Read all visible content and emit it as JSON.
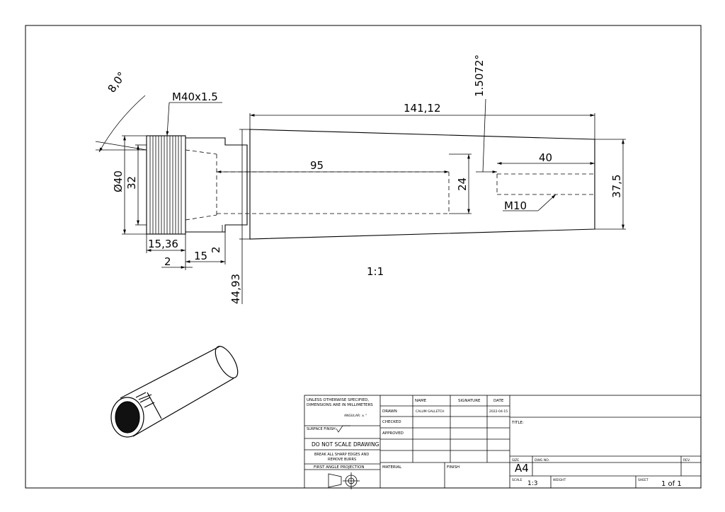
{
  "drawing": {
    "dimensions": {
      "angle_thread": "8,0°",
      "thread_spec": "M40x1.5",
      "overall_length": "141,12",
      "taper_angle": "1.5072°",
      "bore_length": "95",
      "tap_depth": "40",
      "diameter_outer": "Ø40",
      "diameter_inner": "32",
      "bore_diameter": "24",
      "tail_diameter": "37,5",
      "tap_spec": "M10",
      "thread_length": "15,36",
      "groove_width": "2",
      "neck_length": "15",
      "step_depth": "2",
      "shoulder_length": "44,93"
    },
    "view_scale": "1:1"
  },
  "title_block": {
    "notes": {
      "unless": "UNLESS OTHERWISE SPECIFIED,",
      "dims_in": "DIMENSIONS ARE IN MILLIMETERS",
      "angular": "ANGULAR: ± °",
      "surface_finish": "SURFACE FINISH",
      "do_not_scale": "DO NOT SCALE DRAWING",
      "break_edges_1": "BREAK ALL SHARP EDGES AND",
      "break_edges_2": "REMOVE BURRS",
      "projection": "FIRST ANGLE PROJECTION"
    },
    "headers": {
      "name": "NAME",
      "signature": "SIGNATURE",
      "date": "DATE"
    },
    "rows": {
      "drawn": "DRAWN",
      "drawn_name": "CALUM GALLETCH",
      "drawn_date": "2022-04-15",
      "checked": "CHECKED",
      "approved": "APPROVED"
    },
    "material": "MATERIAL",
    "finish": "FINISH",
    "title_label": "TITLE:",
    "size_label": "SIZE",
    "size_value": "A4",
    "dwg_no_label": "DWG NO.",
    "rev_label": "REV.",
    "scale_label": "SCALE",
    "scale_value": "1:3",
    "weight_label": "WEIGHT",
    "sheet_label": "SHEET",
    "sheet_value": "1 of 1"
  }
}
